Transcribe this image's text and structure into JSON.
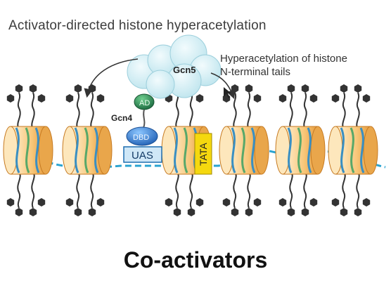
{
  "title": "Activator-directed histone hyperacetylation",
  "annotation": {
    "line1": "Hyperacetylation of histone",
    "line2": "N-terminal tails"
  },
  "labels": {
    "gcn5": "Gcn5",
    "ad": "AD",
    "gcn4": "Gcn4",
    "dbd": "DBD",
    "uas": "UAS",
    "tata": "TATA"
  },
  "footer": "Co-activators",
  "colors": {
    "dna": "#2aa3d0",
    "nucleosome_light": "#fde7bc",
    "nucleosome_dark": "#e9a64b",
    "dna_wrap_blue": "#3a8fc2",
    "dna_wrap_green": "#58a86a",
    "tail": "#333333",
    "acetyl": "#333333",
    "gcn5": "#d4eef4",
    "ad": "#2e8b57",
    "dbd": "#2f7fd0",
    "uas_fill": "#cfe7f7",
    "tata": "#f5d80f"
  }
}
